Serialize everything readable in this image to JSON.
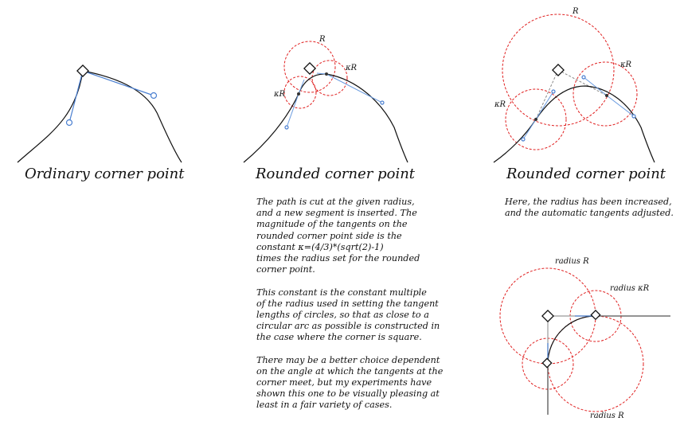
{
  "panels": {
    "ordinary": {
      "caption": "Ordinary corner point"
    },
    "rounded": {
      "caption": "Rounded corner point",
      "label_r": "R",
      "label_kr_left": "κR",
      "label_kr_right": "κR"
    },
    "increased": {
      "caption": "Rounded corner point",
      "label_r": "R",
      "label_kr_left": "κR",
      "label_kr_right": "κR"
    },
    "square": {
      "label_radius_r_top": "radius R",
      "label_radius_kr": "radius κR",
      "label_radius_r_bottom": "radius R"
    }
  },
  "text": {
    "rounded_para1": [
      "The path is cut at the given radius,",
      "and a new segment is inserted. The",
      "magnitude of the tangents on the",
      "rounded corner point side is the",
      "constant κ=(4/3)*(sqrt(2)-1)",
      "times the radius set for the rounded",
      "corner point."
    ],
    "rounded_para2": [
      "This constant is the constant multiple",
      "of the radius used in setting the tangent",
      "lengths of circles, so that as close to a",
      "circular arc as possible is constructed in",
      "the case where the corner is square."
    ],
    "rounded_para3": [
      "There may be a better choice dependent",
      "on the angle at which the tangents at the",
      "corner meet, but my experiments have",
      "shown this one to be visually pleasing at",
      "least in a fair variety of cases."
    ],
    "increased_para": [
      "Here, the radius has been increased,",
      "and the automatic tangents adjusted."
    ]
  }
}
